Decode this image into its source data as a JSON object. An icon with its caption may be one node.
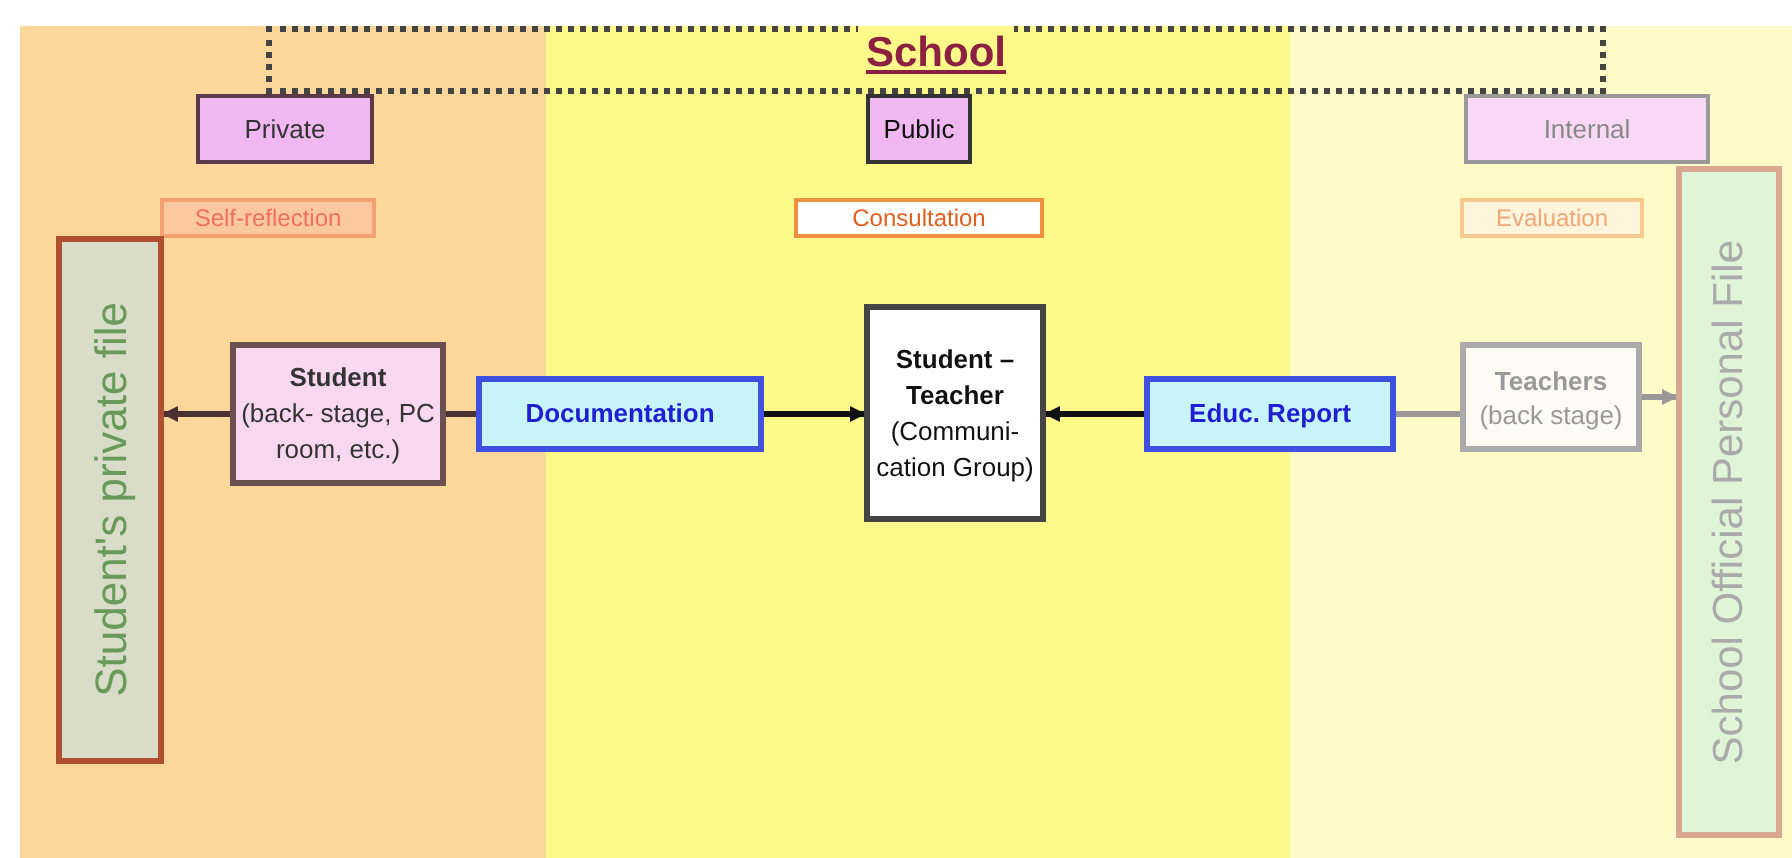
{
  "diagram": {
    "nodes": [
      {
        "text": [
          "School"
        ]
      },
      {
        "text": [
          "Private"
        ]
      },
      {
        "text": [
          "Public"
        ]
      },
      {
        "text": [
          "Internal"
        ]
      },
      {
        "text": [
          "Self-reflection"
        ]
      },
      {
        "text": [
          "Consultation"
        ]
      },
      {
        "text": [
          "Evaluation"
        ]
      },
      {
        "text": [
          "Student's private file"
        ]
      },
      {
        "text": [
          "Student",
          "(back- stage, PC room, etc.)"
        ]
      },
      {
        "text": [
          "Documentation"
        ]
      },
      {
        "text": [
          "Student – Teacher",
          "(Communi- cation Group)"
        ]
      },
      {
        "text": [
          "Educ. Report"
        ]
      },
      {
        "text": [
          "Teachers",
          "(back stage)"
        ]
      },
      {
        "text": [
          "School Official Personal File"
        ]
      }
    ],
    "edges": [
      {
        "from": 8,
        "to": 7,
        "arrow": "to",
        "color": "#4a3030"
      },
      {
        "from": 8,
        "to": 9,
        "arrow": "none",
        "color": "#4a3030"
      },
      {
        "from": 9,
        "to": 10,
        "arrow": "to"
      },
      {
        "from": 11,
        "to": 10,
        "arrow": "to"
      },
      {
        "from": 12,
        "to": 11,
        "arrow": "none",
        "color": "#999999"
      },
      {
        "from": 12,
        "to": 13,
        "arrow": "to",
        "color": "#999999"
      }
    ]
  }
}
